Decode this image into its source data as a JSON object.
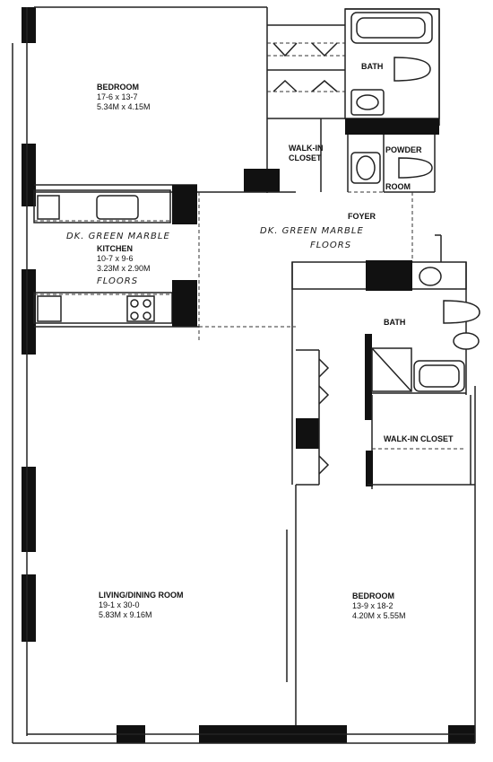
{
  "rooms": {
    "bedroom1": {
      "name": "BEDROOM",
      "dims_ft": "17-6 x 13-7",
      "dims_m": "5.34M x 4.15M"
    },
    "bath_top": {
      "name": "BATH"
    },
    "walkin_top": {
      "line1": "WALK-IN",
      "line2": "CLOSET"
    },
    "powder": {
      "line1": "POWDER",
      "line2": "ROOM"
    },
    "foyer": {
      "name": "FOYER"
    },
    "kitchen": {
      "name": "KITCHEN",
      "dims_ft": "10-7 x 9-6",
      "dims_m": "3.23M x 2.90M"
    },
    "bath_mid": {
      "name": "BATH"
    },
    "walkin_mid": {
      "name": "WALK-IN CLOSET"
    },
    "living": {
      "name": "LIVING/DINING ROOM",
      "dims_ft": "19-1 x 30-0",
      "dims_m": "5.83M x 9.16M"
    },
    "bedroom2": {
      "name": "BEDROOM",
      "dims_ft": "13-9 x 18-2",
      "dims_m": "4.20M x 5.55M"
    }
  },
  "notes": {
    "kitchen_note_1": "DK. GREEN MARBLE",
    "kitchen_note_2": "FLOORS",
    "foyer_note_1": "DK. GREEN MARBLE",
    "foyer_note_2": "FLOORS"
  }
}
